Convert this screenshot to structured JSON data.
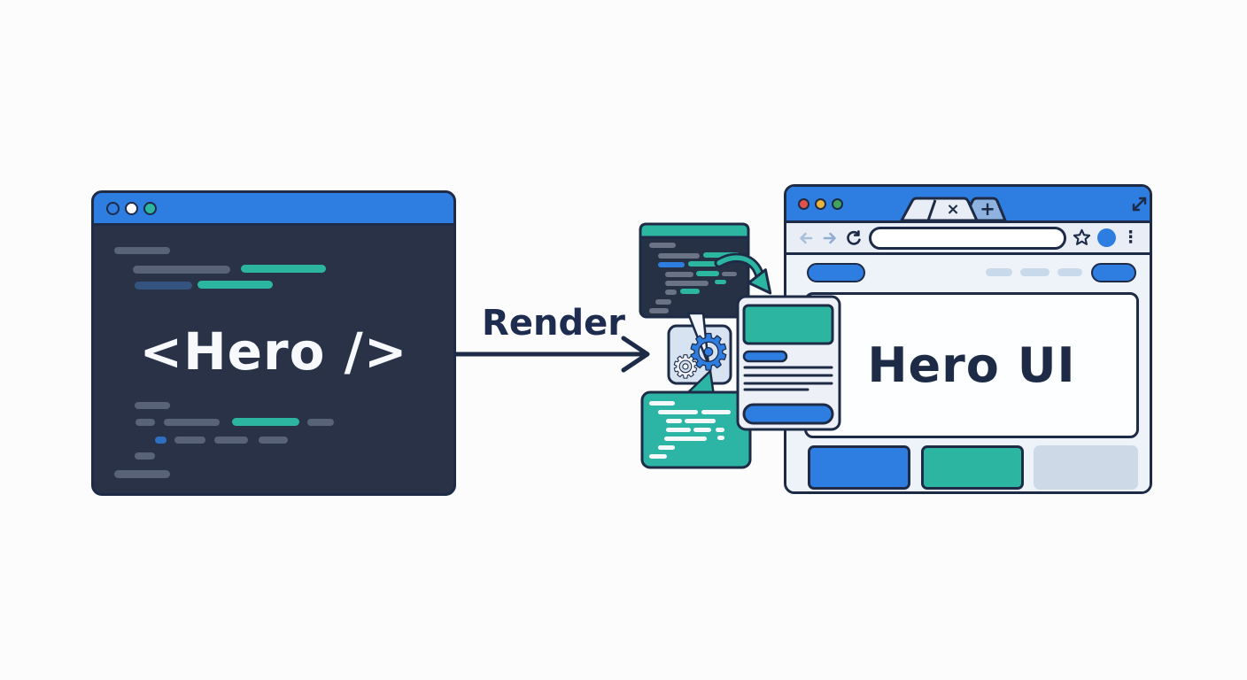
{
  "editor": {
    "code_text": "<Hero />"
  },
  "arrow": {
    "label": "Render"
  },
  "browser": {
    "hero_title": "Hero UI",
    "tab_close": "×",
    "new_tab": "+",
    "menu_dots": "⋮"
  },
  "icons": {
    "gear": "⚙"
  },
  "colors": {
    "accent_blue": "#2e7de1",
    "teal": "#2cb5a0",
    "navy_outline": "#1d2b47",
    "editor_background": "#293247",
    "browser_chrome": "#e9eef6",
    "traffic_red": "#e0534a",
    "traffic_yellow": "#e8b33e",
    "traffic_green": "#3fa45c"
  }
}
